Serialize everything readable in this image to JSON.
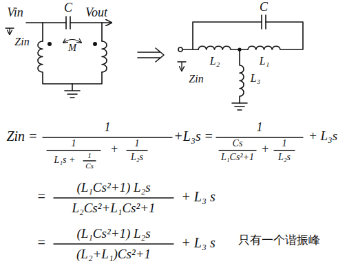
{
  "diagram": {
    "labels": [
      "Vin",
      "C",
      "Vout",
      "Zin",
      "M",
      "C",
      "L₂",
      "L₁",
      "L₃",
      "Zin",
      "Zin =",
      "1",
      "1",
      "L₁s +",
      "1",
      "Cs",
      "+",
      "1",
      "L₂s",
      "+L₃s",
      "=",
      "1",
      "Cs",
      "L₁Cs²+1",
      "+",
      "1",
      "L₂s",
      "+ L₃s",
      "=",
      "(L₁Cs²+1) L₂s",
      "L₂Cs²+L₁Cs²+1",
      "+ L₃ s",
      "=",
      "(L₁Cs²+1) L₂s",
      "(L₂+L₁)Cs²+1",
      "+ L₃ s",
      "只有一个谐振峰"
    ]
  }
}
